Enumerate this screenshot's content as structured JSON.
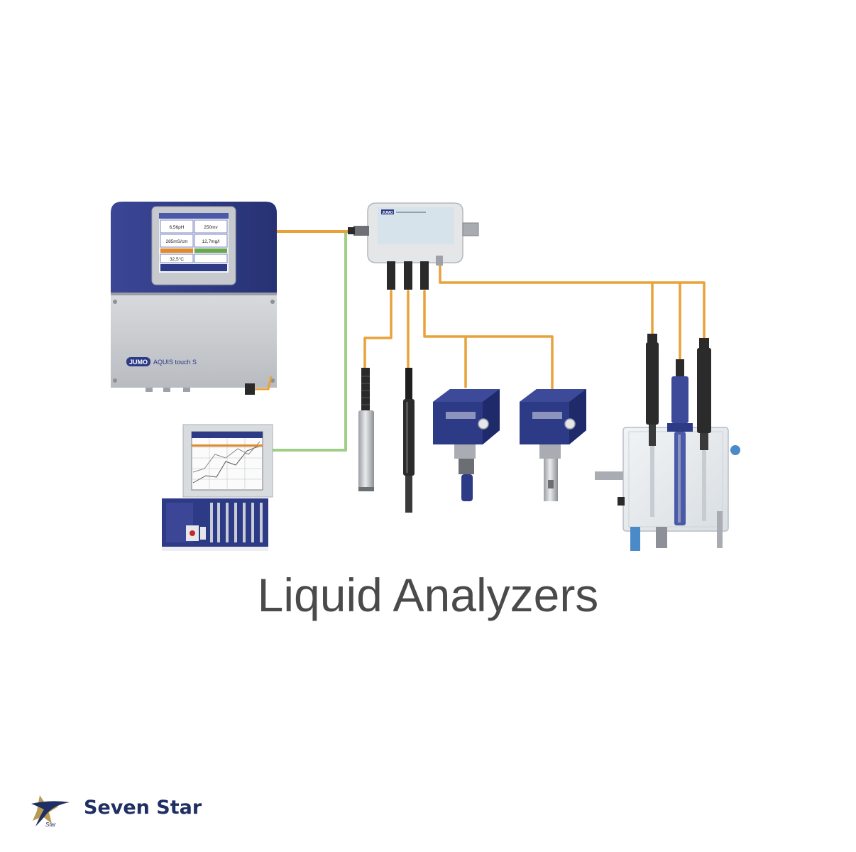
{
  "title": "Liquid Analyzers",
  "brand": {
    "name": "Seven Star",
    "logo_text": "Star",
    "logo_icon": "star-swoosh-logo"
  },
  "devices": {
    "controller_logo": "JUMO",
    "controller_model": "AQUIS touch S",
    "junction_logo": "JUMO",
    "screen_values": [
      "6,56pH",
      "250mv",
      "285mS/cm",
      "12,7mg/l",
      "32,5°C"
    ]
  },
  "colors": {
    "cable_orange": "#e8a23a",
    "cable_green": "#9fcf86",
    "device_navy": "#2d3a86",
    "device_grey": "#c9cbcf",
    "title_grey": "#4a4a4a",
    "brand_navy": "#1f2e63",
    "brand_gold": "#b89a52"
  }
}
